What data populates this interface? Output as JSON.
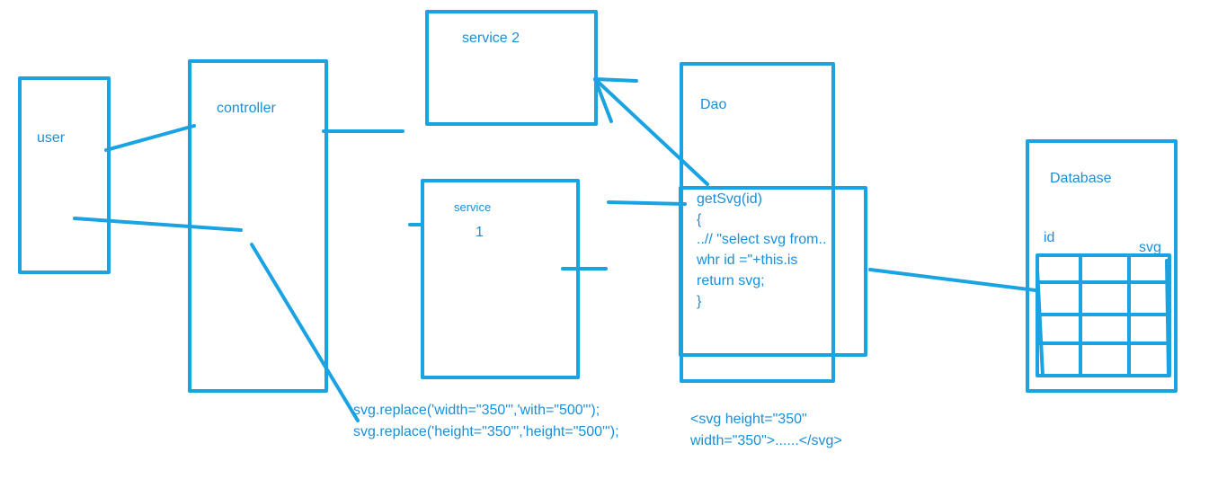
{
  "colors": {
    "ink": "#1aa3e2",
    "text": "#1a8fd8",
    "background": "#ffffff"
  },
  "boxes": {
    "user": "user",
    "controller": "controller",
    "service2": "service 2",
    "service1": "service",
    "service1_number": "1",
    "dao": "Dao",
    "database": "Database"
  },
  "dao_code": [
    "getSvg(id)",
    "{",
    "..// \"select svg from..",
    "whr id =\"+this.is",
    "return svg;",
    "}"
  ],
  "database_columns": {
    "id": "id",
    "svg": "svg"
  },
  "notes": {
    "replace_width": "svg.replace('width=\"350\"','with=\"500\"');",
    "replace_height": "svg.replace('height=\"350\"','height=\"500\"');",
    "svg_markup_1": "<svg height=\"350\"",
    "svg_markup_2": "width=\"350\">......</svg>"
  }
}
